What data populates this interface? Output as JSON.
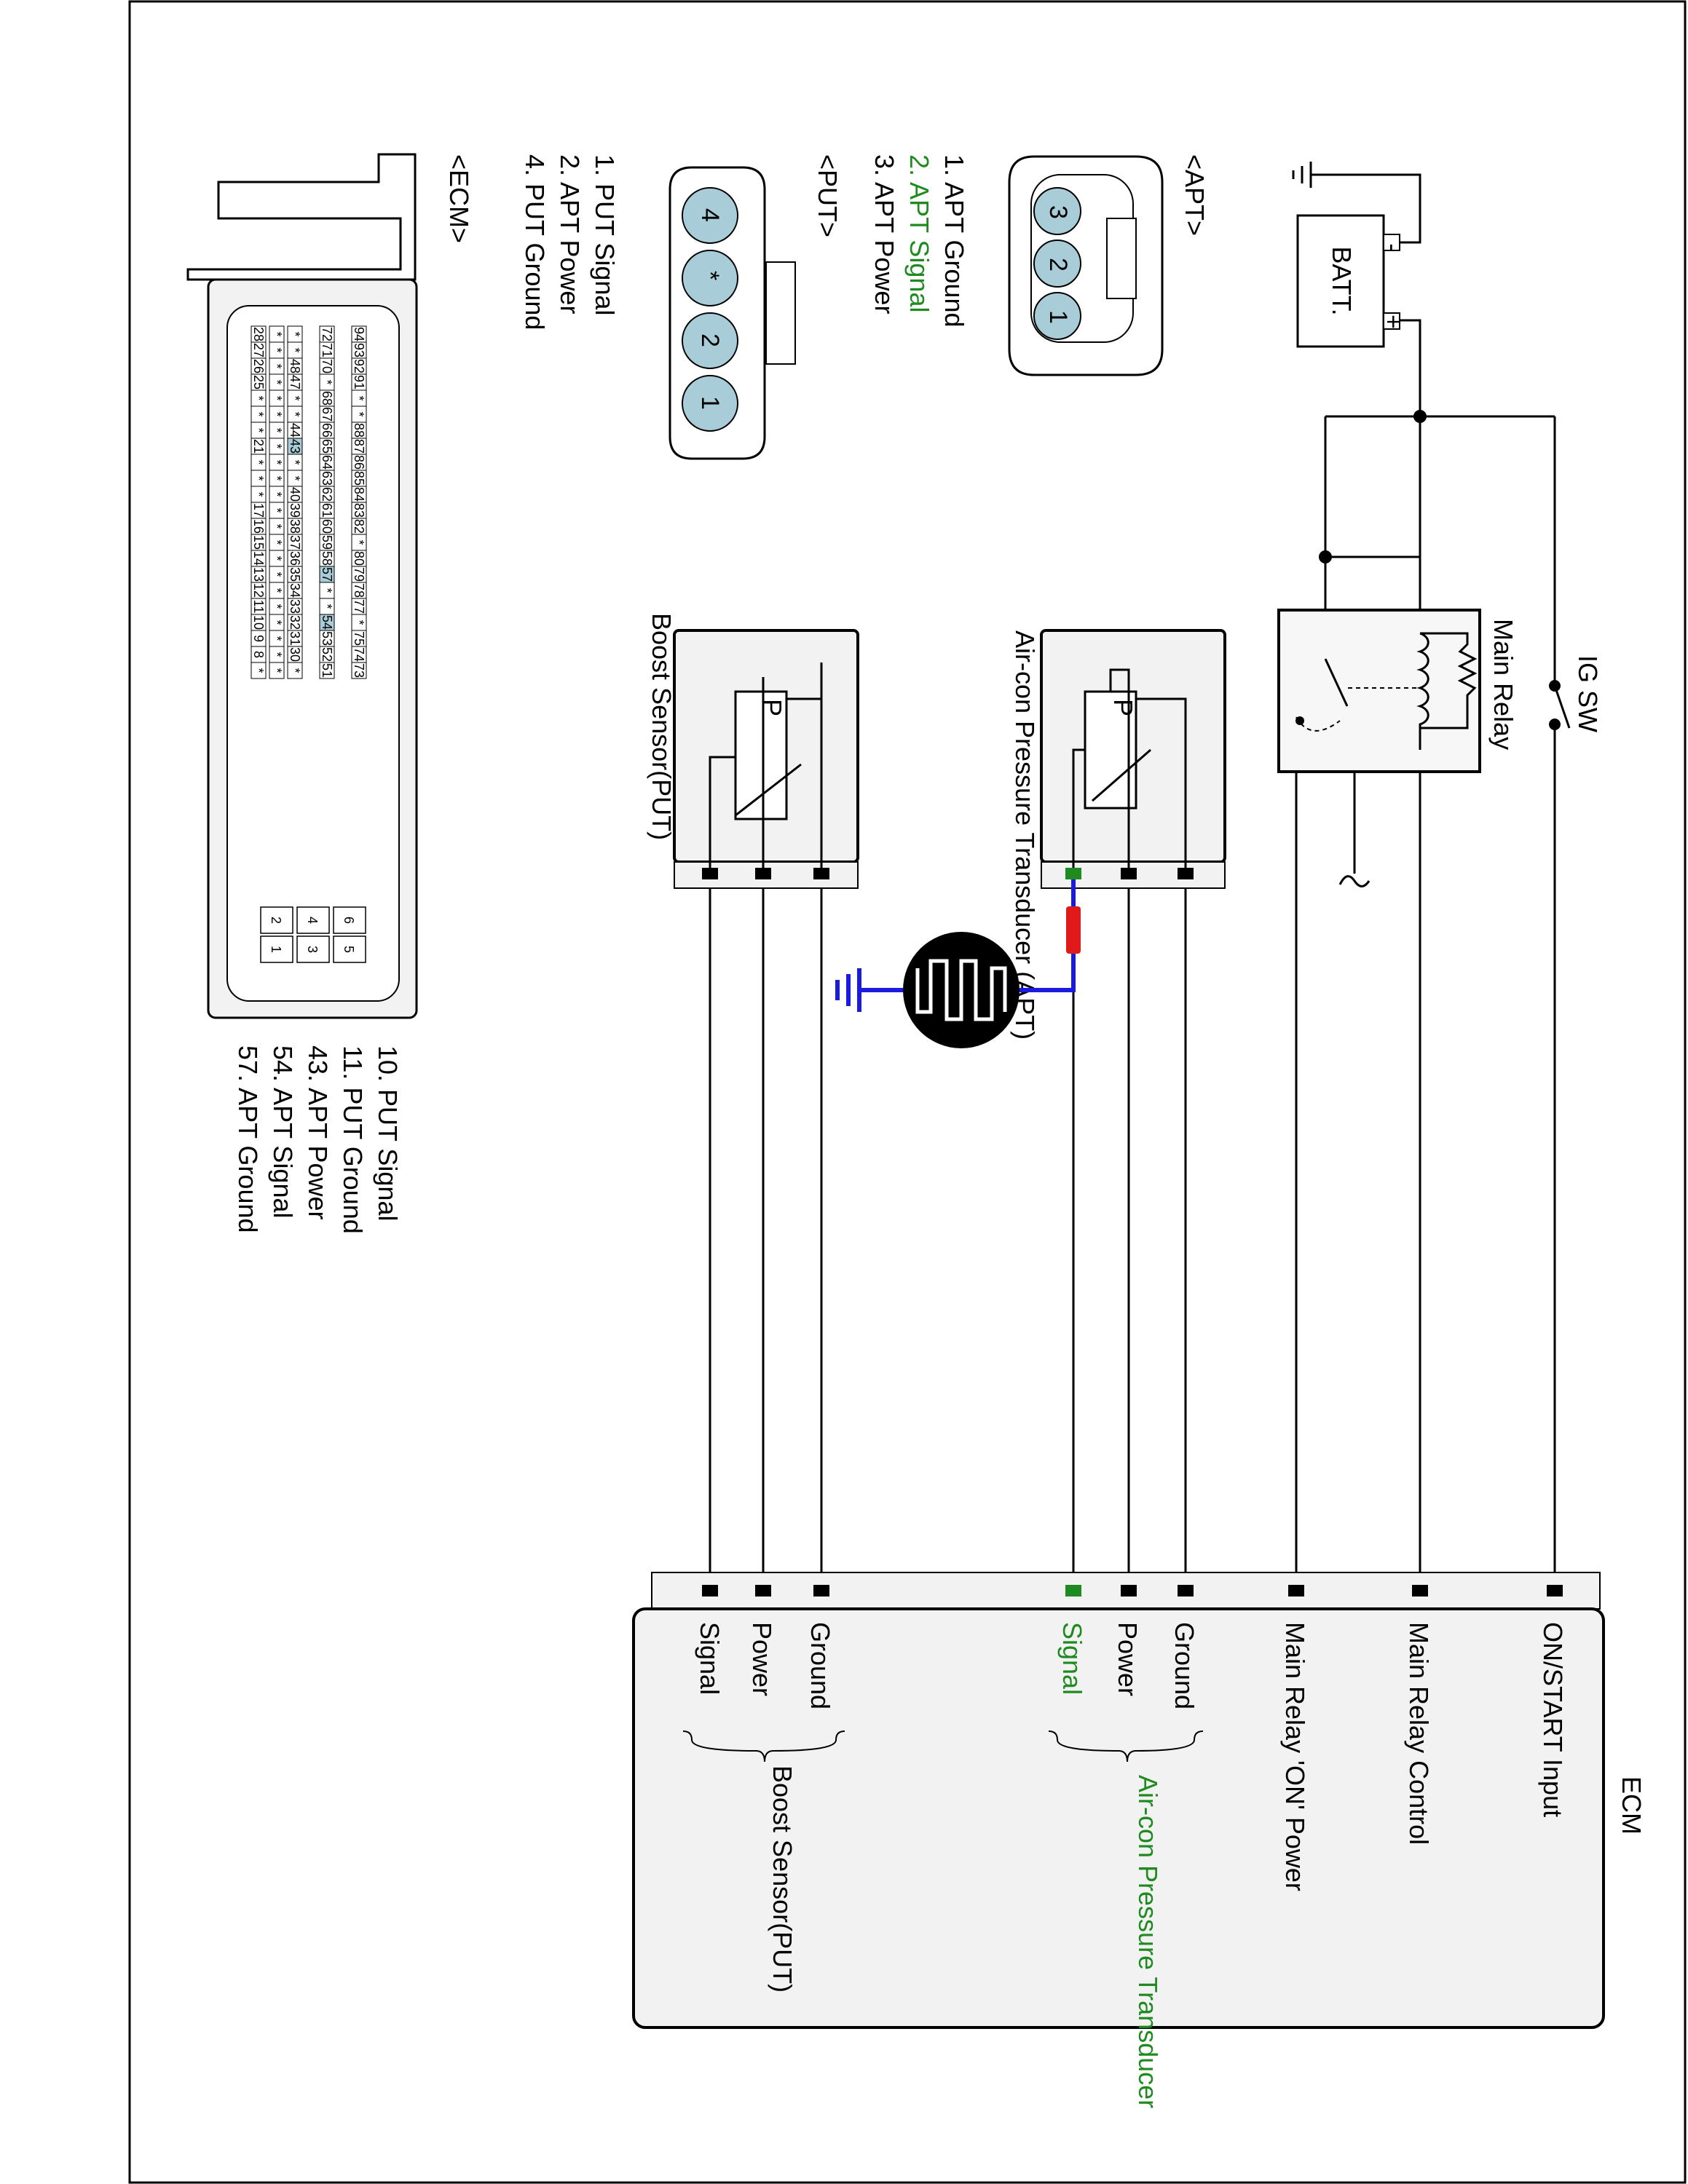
{
  "colors": {
    "wire": "#000000",
    "accent_green": "#1f8a1f",
    "probe_blue": "#1a1ae0",
    "probe_red": "#e01a1a",
    "pin_fill": "#a9cdd8",
    "box_fill": "#f2f2f2"
  },
  "power": {
    "batt": "BATT.",
    "batt_minus": "-",
    "batt_plus": "+",
    "ig_sw": "IG SW",
    "main_relay": "Main Relay"
  },
  "sensors": {
    "apt_name": "Air-con Pressure Transducer (APT)",
    "apt_p": "P",
    "put_name": "Boost Sensor(PUT)",
    "put_p": "P"
  },
  "ecm": {
    "title": "ECM",
    "terminals": [
      "ON/START Input",
      "Main Relay Control",
      "Main Relay 'ON' Power"
    ],
    "apt_pins": [
      "Ground",
      "Power",
      "Signal"
    ],
    "apt_group": "Air-con Pressure Transducer",
    "put_pins": [
      "Ground",
      "Power",
      "Signal"
    ],
    "put_group": "Boost Sensor(PUT)"
  },
  "connectors": {
    "apt_title": "<APT>",
    "apt_legend": [
      "1. APT Ground",
      "2. APT Signal",
      "3. APT Power"
    ],
    "apt_pins": [
      "3",
      "2",
      "1"
    ],
    "put_title": "<PUT>",
    "put_legend": [
      "1. PUT Signal",
      "2. APT Power",
      "4. PUT Ground"
    ],
    "put_pins": [
      "4",
      "*",
      "2",
      "1"
    ],
    "ecm_title": "<ECM>",
    "ecm_legend": [
      "10. PUT Signal",
      "11. PUT Ground",
      "43. APT Power",
      "54. APT Signal",
      "57. APT Ground"
    ],
    "ecm_rows": [
      [
        "94",
        "93",
        "92",
        "91",
        "*",
        "*",
        "88",
        "87",
        "86",
        "85",
        "84",
        "83",
        "82",
        "*",
        "80",
        "79",
        "78",
        "77",
        "*",
        "75",
        "74",
        "73"
      ],
      [
        "72",
        "71",
        "70",
        "*",
        "68",
        "67",
        "66",
        "65",
        "64",
        "63",
        "62",
        "61",
        "60",
        "59",
        "58",
        "57",
        "*",
        "*",
        "54",
        "53",
        "52",
        "51"
      ],
      [
        "*",
        "*",
        "48",
        "47",
        "*",
        "*",
        "44",
        "43",
        "*",
        "*",
        "40",
        "39",
        "38",
        "37",
        "36",
        "35",
        "34",
        "33",
        "32",
        "31",
        "30",
        "*"
      ],
      [
        "*",
        "*",
        "*",
        "*",
        "*",
        "*",
        "*",
        "*",
        "*",
        "*",
        "*",
        "*",
        "*",
        "*",
        "*",
        "*",
        "*",
        "*",
        "*",
        "*",
        "*",
        "*"
      ],
      [
        "28",
        "27",
        "26",
        "25",
        "*",
        "*",
        "*",
        "21",
        "*",
        "*",
        "*",
        "17",
        "16",
        "15",
        "14",
        "13",
        "12",
        "11",
        "10",
        "9",
        "8",
        "*"
      ]
    ],
    "ecm_power_pins": [
      "6",
      "5",
      "4",
      "3",
      "2",
      "1"
    ]
  }
}
